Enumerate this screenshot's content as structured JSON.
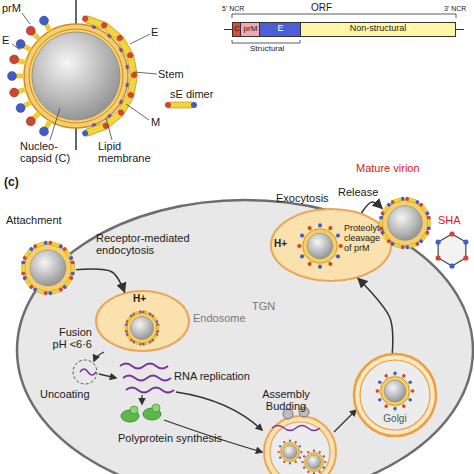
{
  "diagram": {
    "nodes": [
      {
        "text": [
          "ORF"
        ]
      },
      {
        "text": [
          "C"
        ],
        "in": 0
      },
      {
        "text": [
          "prM"
        ],
        "in": 0
      },
      {
        "text": [
          "E"
        ],
        "in": 0
      },
      {
        "text": [
          "Non-structural"
        ],
        "in": 0
      },
      {
        "text": [
          "Attachment"
        ]
      },
      {
        "text": [
          "Endosome",
          "H+"
        ]
      },
      {
        "text": [
          "H+",
          "Proteolytic cleavage of prM",
          "TGN"
        ]
      },
      {
        "text": [
          "Golgi"
        ]
      },
      {
        "text": [
          "Mature virion"
        ]
      },
      {
        "text": [
          "SHA"
        ]
      }
    ],
    "edges": [
      {
        "from": 5,
        "to": 6,
        "arrow": "to"
      },
      {
        "from": 8,
        "to": 7,
        "arrow": "to"
      },
      {
        "from": 7,
        "to": 9,
        "arrow": "to"
      }
    ],
    "labels": [
      "prM",
      "E",
      "E",
      "Stem",
      "sE dimer",
      "M",
      "Nucleo- capsid (C)",
      "Lipid membrane",
      "5' NCR",
      "3' NCR",
      "Structural",
      "(c)",
      "Release",
      "Exocytosis",
      "Receptor-mediated endocytosis",
      "Fusion pH <6·6",
      "Uncoating",
      "RNA replication",
      "Polyprotein synthesis",
      "Assembly Budding"
    ]
  }
}
